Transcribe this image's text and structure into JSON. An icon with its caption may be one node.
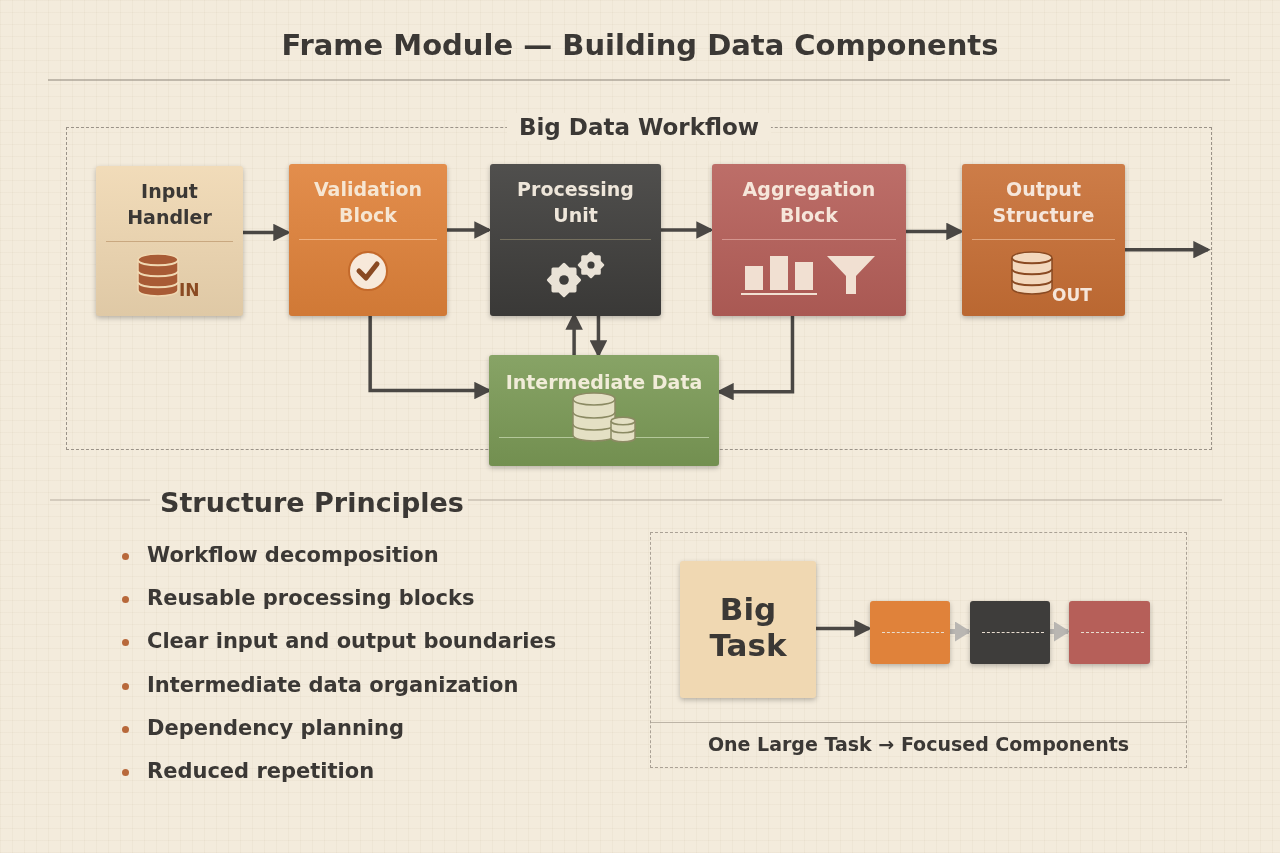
{
  "diagram": {
    "title": "Frame Module — Building Data Components",
    "nodes": [
      {
        "text": [
          "Big Data Workflow"
        ]
      },
      {
        "text": [
          "Input Handler"
        ],
        "in": 0
      },
      {
        "text": [
          "Validation Block"
        ],
        "in": 0
      },
      {
        "text": [
          "Processing Unit"
        ],
        "in": 0
      },
      {
        "text": [
          "Aggregation Block"
        ],
        "in": 0
      },
      {
        "text": [
          "Output Structure"
        ],
        "in": 0
      },
      {
        "text": [
          "Intermediate Data"
        ]
      },
      {
        "text": [
          "One Large Task → Focused Components"
        ]
      },
      {
        "text": [
          "Big Task"
        ],
        "in": 7
      },
      {
        "text": [],
        "shape": "box",
        "in": 7
      },
      {
        "text": [],
        "shape": "box",
        "in": 7
      },
      {
        "text": [],
        "shape": "box",
        "in": 7
      }
    ],
    "edges": [
      {
        "from": 1,
        "to": 2,
        "arrow": "to"
      },
      {
        "from": 2,
        "to": 3,
        "arrow": "to"
      },
      {
        "from": 3,
        "to": 4,
        "arrow": "to"
      },
      {
        "from": 4,
        "to": 5,
        "arrow": "to"
      },
      {
        "from": 5,
        "to": null,
        "arrow": "to"
      },
      {
        "from": 2,
        "to": 6,
        "arrow": "to"
      },
      {
        "from": 6,
        "to": 3,
        "arrow": "to"
      },
      {
        "from": 3,
        "to": 6,
        "arrow": "to"
      },
      {
        "from": 4,
        "to": 6,
        "arrow": "to"
      },
      {
        "from": 8,
        "to": 9,
        "arrow": "to"
      },
      {
        "from": 9,
        "to": 10,
        "arrow": "to",
        "color": "#b9b6b2"
      },
      {
        "from": 10,
        "to": 11,
        "arrow": "to",
        "color": "#b9b6b2"
      }
    ],
    "labels": [
      "IN",
      "OUT",
      "Structure Principles",
      "Workflow decomposition",
      "Reusable processing blocks",
      "Clear input and output boundaries",
      "Intermediate data organization",
      "Dependency planning",
      "Reduced repetition"
    ]
  }
}
